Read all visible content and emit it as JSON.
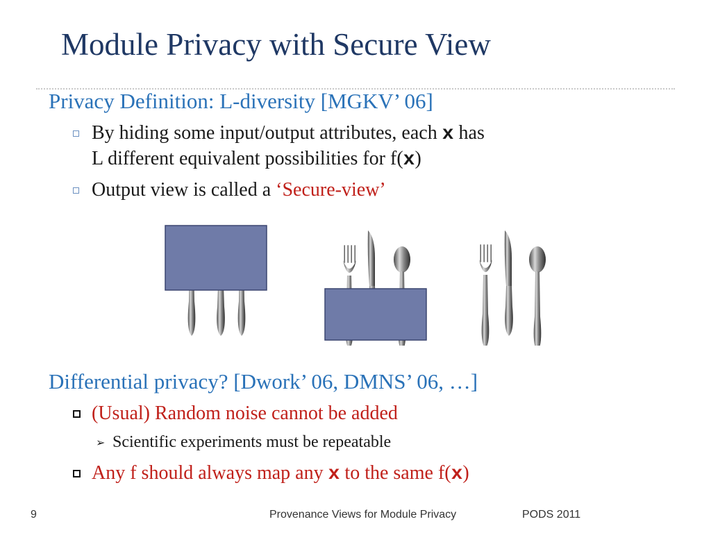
{
  "slide": {
    "title": "Module Privacy with Secure View",
    "section1": {
      "heading": "Privacy Definition: L-diversity [MGKV’ 06]",
      "bullet1_part1": "By hiding some input/output attributes, each ",
      "bullet1_var": "x",
      "bullet1_part2": " has",
      "bullet1_line2_part1": "L different equivalent possibilities for f(",
      "bullet1_line2_var": "x",
      "bullet1_line2_part2": ")",
      "bullet2_part1": "Output view is called a  ",
      "bullet2_highlight": "‘Secure-view’"
    },
    "section2": {
      "heading": "Differential privacy? [Dwork’ 06, DMNS’ 06, …]",
      "bullet1": "(Usual) Random noise cannot be added",
      "subbullet1": "Scientific experiments must be repeatable",
      "bullet2_part1": "Any f should always map any ",
      "bullet2_var": "x",
      "bullet2_part2": " to the same f(",
      "bullet2_var2": "x",
      "bullet2_part3": ")"
    },
    "footer": {
      "page_number": "9",
      "center": "Provenance Views for Module Privacy",
      "right": "PODS 2011"
    },
    "colors": {
      "title": "#1f3864",
      "heading": "#2a72b8",
      "highlight": "#c0201a",
      "mask_box": "#6f7ba8"
    },
    "figure_icons": [
      "fork-icon",
      "knife-icon",
      "spoon-icon"
    ]
  }
}
